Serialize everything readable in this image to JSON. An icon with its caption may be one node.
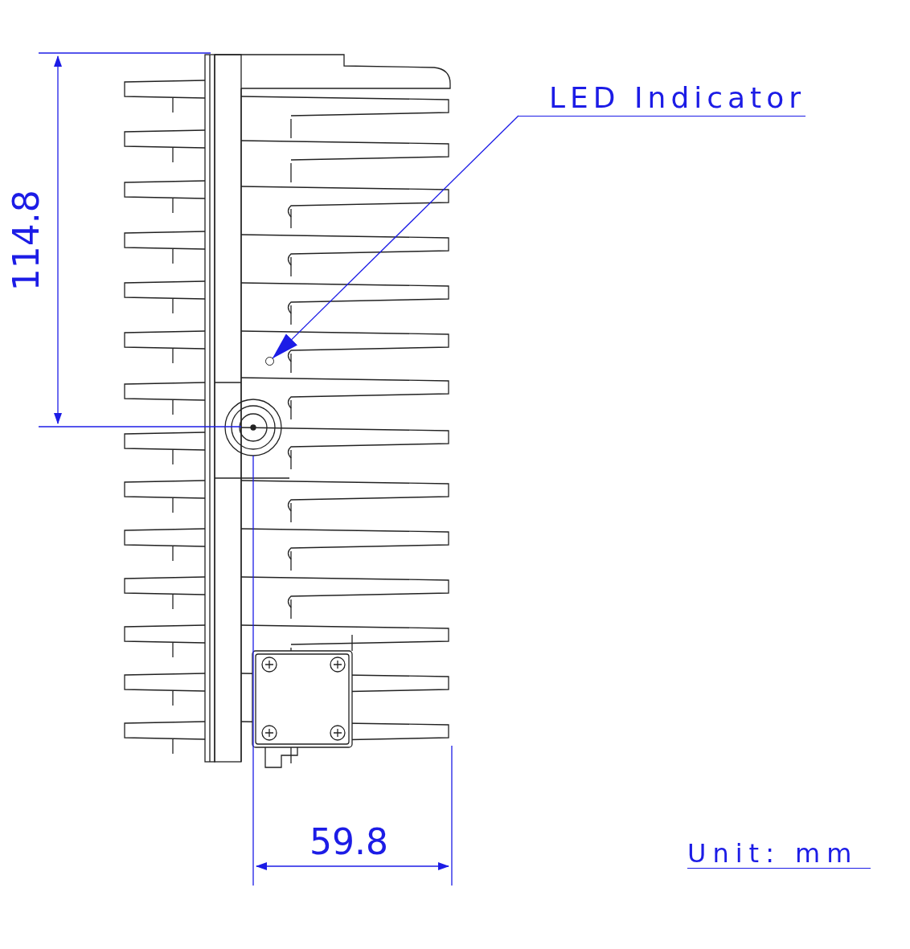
{
  "diagram": {
    "nodes": [
      {
        "text": [
          "LED Indicator"
        ]
      },
      {
        "text": [],
        "shape": "circle"
      }
    ],
    "edges": [
      {
        "from": 0,
        "to": 1,
        "arrow": "to"
      }
    ],
    "labels": [
      "114.8",
      "59.8",
      "Unit: mm"
    ]
  }
}
